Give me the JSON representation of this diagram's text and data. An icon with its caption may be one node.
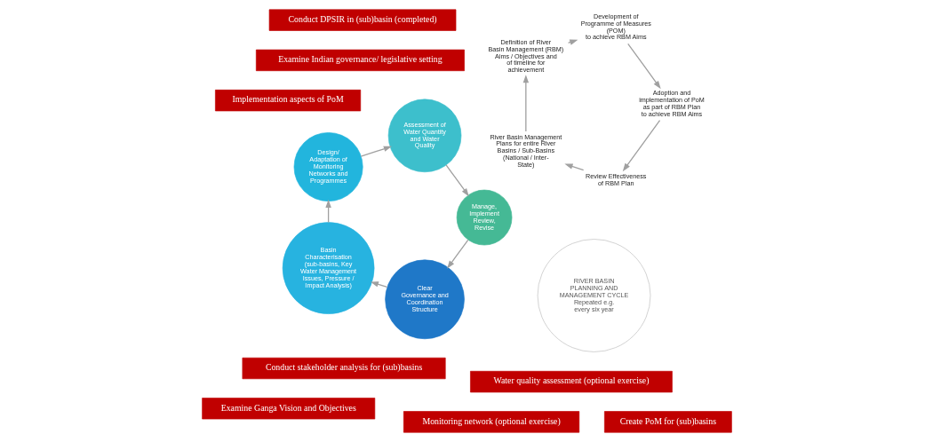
{
  "diagram": {
    "nodes": [
      {
        "text": [
          "RIVER BASIN PLANNING AND MANAGEMENT CYCLE",
          "Repeated e.g. every six year"
        ]
      },
      {
        "text": [
          "Clear Governance and Coordination Structure"
        ]
      },
      {
        "text": [
          "Basin Characterisation",
          "(sub-basins, Key Water Management Issues, Pressure / Impact Analysis)"
        ]
      },
      {
        "text": [
          "Design/ Adaptation of Monitoring Networks and Programmes"
        ]
      },
      {
        "text": [
          "Assessment of Water Quantity and Water Quality"
        ]
      },
      {
        "text": [
          "Manage, Implement",
          "Review, Revise"
        ]
      },
      {
        "text": [
          "Review Effectiveness of RBM Plan"
        ]
      },
      {
        "text": [
          "River Basin Management Plans for entire River Basins / Sub-Basins (National / Inter-State)"
        ]
      },
      {
        "text": [
          "Definition of River Basin Management (RBM)",
          "Aims / Objectives and of timeline for achievement"
        ]
      },
      {
        "text": [
          "Development of Programme of Measures (POM)",
          "to achieve RBM Aims"
        ]
      },
      {
        "text": [
          "Adoption and implementation of PoM as part of RBM Plan",
          "to achieve RBM Aims"
        ]
      },
      {
        "text": [
          "Examine Indian governance/ legislative setting"
        ]
      },
      {
        "text": [
          "Conduct stakeholder analysis for (sub)basins"
        ]
      },
      {
        "text": [
          "Implementation aspects of PoM"
        ]
      },
      {
        "text": [
          "Conduct DPSIR in (sub)basin (completed)"
        ]
      },
      {
        "text": [
          "Examine Ganga Vision and Objectives"
        ]
      },
      {
        "text": [
          "Water quality assessment (optional exercise)"
        ]
      },
      {
        "text": [
          "Monitoring network (optional exercise)"
        ]
      },
      {
        "text": [
          "Create PoM for (sub)basins"
        ]
      }
    ],
    "edges": [
      {
        "from": 1,
        "to": 2,
        "arrow": "to"
      },
      {
        "from": 2,
        "to": 3,
        "arrow": "to"
      },
      {
        "from": 3,
        "to": 4,
        "arrow": "to"
      },
      {
        "from": 4,
        "to": 5,
        "arrow": "to"
      },
      {
        "from": 5,
        "to": 1,
        "arrow": "to"
      },
      {
        "from": 6,
        "to": 7,
        "arrow": "to"
      },
      {
        "from": 7,
        "to": 8,
        "arrow": "to"
      },
      {
        "from": 8,
        "to": 9,
        "arrow": "to"
      },
      {
        "from": 9,
        "to": 10,
        "arrow": "to"
      },
      {
        "from": 10,
        "to": 6,
        "arrow": "to"
      }
    ]
  }
}
